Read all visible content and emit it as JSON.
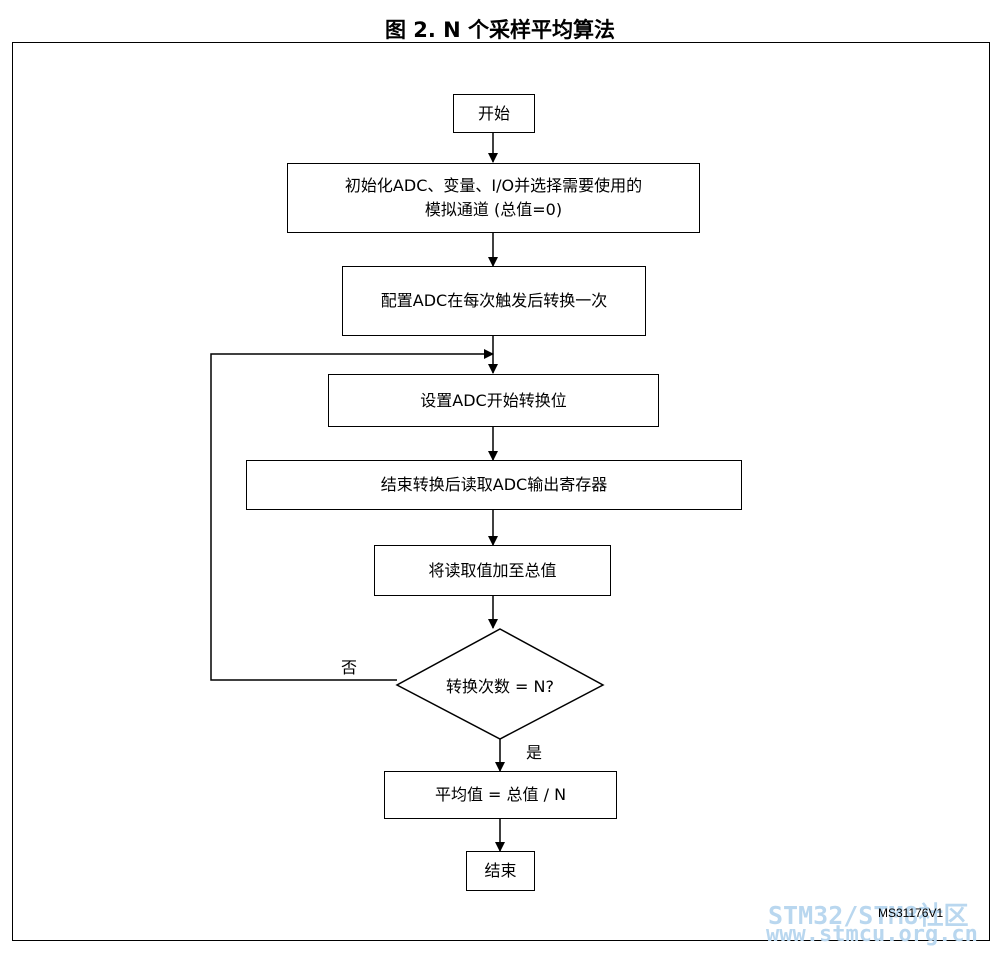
{
  "title": "图 2. N 个采样平均算法",
  "nodes": {
    "start": "开始",
    "init_line1": "初始化ADC、变量、I/O并选择需要使用的",
    "init_line2": "模拟通道 (总值=0)",
    "config": "配置ADC在每次触发后转换一次",
    "set_start": "设置ADC开始转换位",
    "read_reg": "结束转换后读取ADC输出寄存器",
    "accumulate": "将读取值加至总值",
    "decision": "转换次数 = N?",
    "average": "平均值 = 总值 / N",
    "end": "结束"
  },
  "edge_labels": {
    "no": "否",
    "yes": "是"
  },
  "figure_id": "MS31176V1",
  "watermark": {
    "line1": "STM32/STM8社区",
    "line2": "www.stmcu.org.cn"
  }
}
